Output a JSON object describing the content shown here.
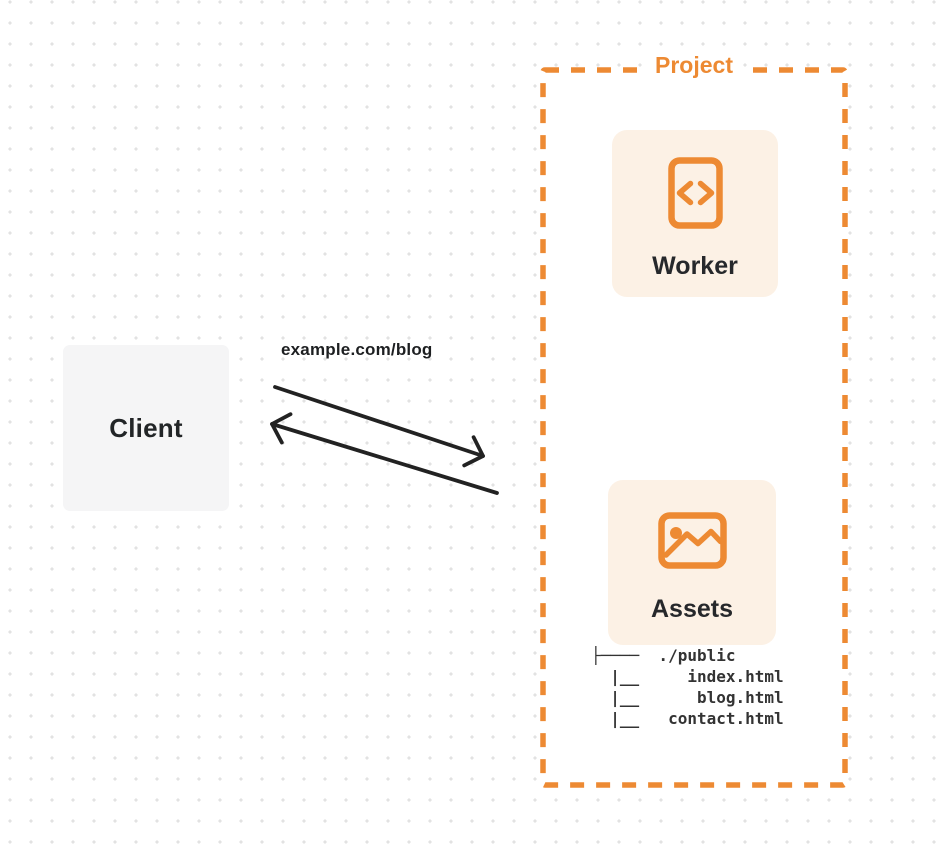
{
  "client": {
    "label": "Client"
  },
  "request": {
    "url_label": "example.com/blog"
  },
  "arrows": {
    "request_arrow": "client-to-project",
    "response_arrow": "project-to-client"
  },
  "project": {
    "label": "Project",
    "worker": {
      "label": "Worker",
      "icon": "code-file-icon"
    },
    "assets": {
      "label": "Assets",
      "icon": "image-icon"
    },
    "file_tree": {
      "lines": [
        "├────  ./public",
        "  |__     index.html",
        "  |__      blog.html",
        "  |__   contact.html"
      ]
    }
  },
  "colors": {
    "accent_orange": "#ED8A33",
    "node_fill": "#FCF1E5",
    "client_fill": "#F5F5F6",
    "text_dark": "#26282B",
    "tree_text": "#333333",
    "arrow": "#222222",
    "dot_grid": "#E2E2E2",
    "background": "#FFFFFF"
  }
}
